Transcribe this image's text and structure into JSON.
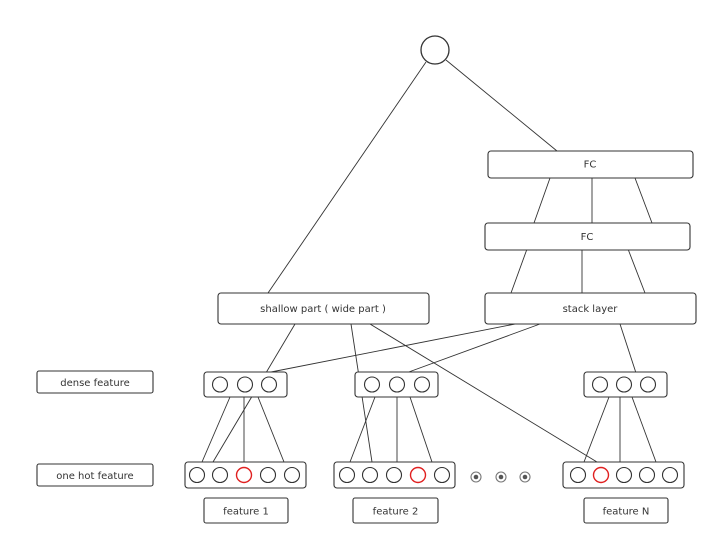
{
  "diagram": {
    "nodes": {
      "output": {
        "kind": "neuron"
      },
      "fc_top": {
        "label": "FC"
      },
      "fc_mid": {
        "label": "FC"
      },
      "shallow": {
        "label": "shallow part ( wide part )"
      },
      "stack": {
        "label": "stack layer"
      },
      "dense_label": {
        "label": "dense feature"
      },
      "onehot_label": {
        "label": "one hot feature"
      },
      "feature1": {
        "label": "feature 1"
      },
      "feature2": {
        "label": "feature 2"
      },
      "featureN": {
        "label": "feature N"
      }
    },
    "dense_groups": [
      {
        "units": 3
      },
      {
        "units": 3
      },
      {
        "units": 3
      }
    ],
    "onehot_groups": [
      {
        "units": 5,
        "active_index": 2
      },
      {
        "units": 5,
        "active_index": 3
      },
      {
        "units": 5,
        "active_index": 1
      }
    ],
    "ellipsis_dots": 3,
    "edges": [
      [
        "output",
        "shallow"
      ],
      [
        "output",
        "fc_top"
      ],
      [
        "fc_top",
        "fc_mid"
      ],
      [
        "fc_mid",
        "stack"
      ],
      [
        "stack",
        "dense_group_1"
      ],
      [
        "stack",
        "dense_group_2"
      ],
      [
        "stack",
        "dense_group_3"
      ],
      [
        "shallow",
        "onehot_group_1"
      ],
      [
        "shallow",
        "onehot_group_2"
      ],
      [
        "shallow",
        "onehot_group_3"
      ],
      [
        "dense_group_1",
        "onehot_group_1"
      ],
      [
        "dense_group_2",
        "onehot_group_2"
      ],
      [
        "dense_group_3",
        "onehot_group_3"
      ]
    ],
    "colors": {
      "stroke": "#333333",
      "active": "#e02020",
      "background": "#ffffff"
    }
  }
}
